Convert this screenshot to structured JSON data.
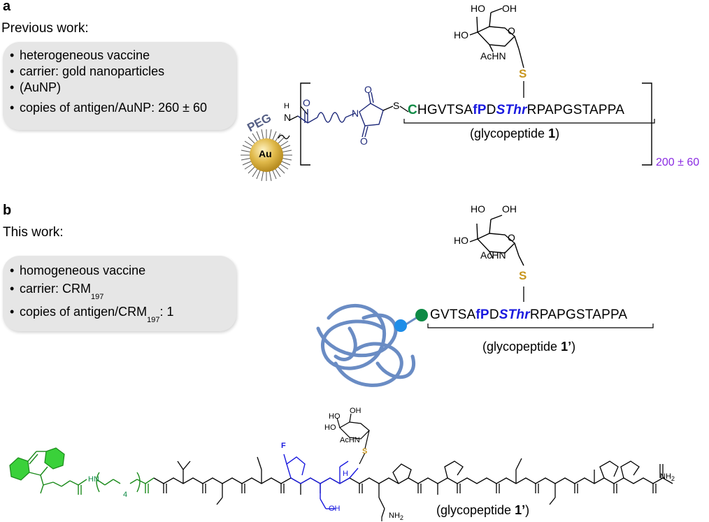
{
  "panel_a": {
    "label": "a",
    "title": "Previous work:",
    "bullets": [
      "heterogeneous vaccine",
      "carrier: gold nanoparticles",
      "(AuNP)",
      "copies of antigen/AuNP: 260 ± 60"
    ],
    "peg_label": "PEG",
    "au_label": "Au",
    "linker_atoms": {
      "n": "N",
      "h": "H",
      "o1": "O",
      "o2": "O",
      "n2": "N",
      "s": "S"
    },
    "sequence": {
      "c": "C",
      "part1": "HGVTSA",
      "fp": "fP",
      "d": "D",
      "sthr": "SThr",
      "rest": "RPAPGSTAPPA"
    },
    "caption": {
      "pre": "(glycopeptide ",
      "num": "1",
      "post": ")"
    },
    "multiplier": "200 ± 60",
    "sugar": {
      "ho1": "HO",
      "oh": "OH",
      "ho2": "HO",
      "o": "O",
      "achn": "AcHN",
      "s": "S"
    }
  },
  "panel_b": {
    "label": "b",
    "title": "This work:",
    "bullets": {
      "b1": "homogeneous vaccine",
      "b2_pre": "carrier: CRM",
      "b2_sub": "197",
      "b3_pre": "copies of antigen/CRM",
      "b3_sub": "197",
      "b3_post": ":  1"
    },
    "sequence": {
      "part1": "GVTSA",
      "fp": "fP",
      "d": "D",
      "sthr": "SThr",
      "rest": "RPAPGSTAPPA"
    },
    "caption": {
      "pre": "(glycopeptide ",
      "num": "1’",
      "post": ")"
    },
    "sugar": {
      "ho1": "HO",
      "oh": "OH",
      "ho2": "HO",
      "o": "O",
      "achn": "AcHN",
      "s": "S"
    }
  },
  "bottom": {
    "caption": {
      "pre": "(glycopeptide ",
      "num": "1’",
      "post": ")"
    },
    "atoms": {
      "f": "F",
      "s": "S",
      "achn": "AcHN",
      "ho1": "HO",
      "ho2": "HO",
      "oh": "OH",
      "nh2": "NH",
      "nh2_sub": "2",
      "oh2": "OH",
      "n4": "4",
      "hn": "HN",
      "nh2b": "NH",
      "nh2b_sub": "2",
      "h": "H"
    }
  },
  "colors": {
    "blue": "#1a1adf",
    "green": "#0e8a45",
    "gold": "#c8961e",
    "purple": "#8a2be2",
    "navy": "#1f2a7a",
    "protein": "#6a8cc4",
    "box": "#e6e6e6"
  }
}
